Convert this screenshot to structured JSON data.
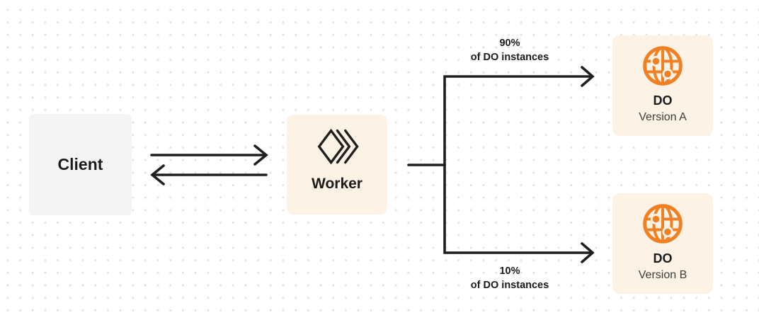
{
  "nodes": {
    "client": {
      "label": "Client"
    },
    "worker": {
      "label": "Worker",
      "icon": "workers-icon"
    },
    "do_a": {
      "title": "DO",
      "subtitle": "Version A",
      "icon": "globe-icon"
    },
    "do_b": {
      "title": "DO",
      "subtitle": "Version B",
      "icon": "globe-icon"
    }
  },
  "edges": {
    "top_branch": {
      "percent": "90%",
      "caption": "of DO instances"
    },
    "bottom_branch": {
      "percent": "10%",
      "caption": "of DO instances"
    }
  },
  "colors": {
    "accent": "#F08024",
    "accent-light": "#F6A238",
    "accent-dark": "#EB6E14",
    "node-cream": "#FCF2E5",
    "node-gray": "#F4F4F5",
    "line": "#1F1F1F",
    "text": "#1B1B1B",
    "text-muted": "#3D3D3A",
    "dot": "#E2E2E2",
    "bg": "#FFFFFF"
  }
}
